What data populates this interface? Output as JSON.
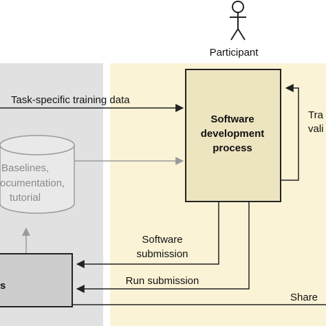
{
  "participant": {
    "label": "Participant"
  },
  "process_box": {
    "lines": [
      "Software",
      "development",
      "process"
    ]
  },
  "database": {
    "lines": [
      "Baselines,",
      "ocumentation,",
      "tutorial"
    ]
  },
  "arrows": {
    "task_data": "Task-specific training data",
    "software_submission": [
      "Software",
      "submission"
    ],
    "run_submission": "Run submission",
    "shared": "Share",
    "right_label_1": "Tra",
    "right_label_2": "vali"
  },
  "left_box": {
    "label": "s"
  },
  "colors": {
    "left_panel": "#e1e1e1",
    "right_panel": "#fbf3d6",
    "process_fill": "#ede4c0",
    "left_box_fill": "#cccccc",
    "gray_stroke": "#9a9a9a",
    "dark_stroke": "#222222"
  }
}
